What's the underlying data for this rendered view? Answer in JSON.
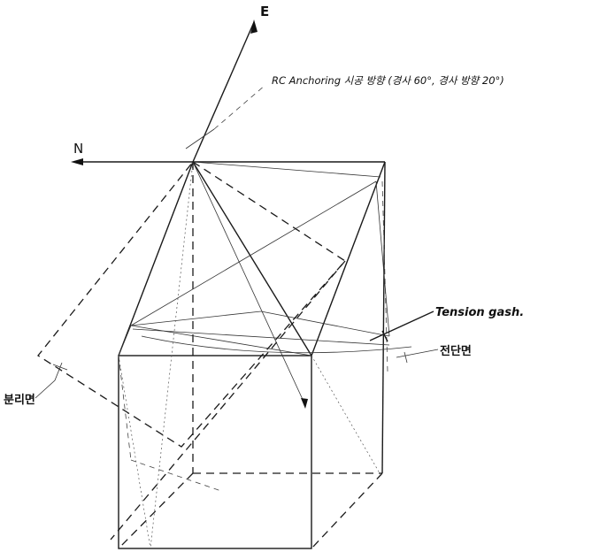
{
  "labels": {
    "east": "E",
    "north": "N",
    "anchoring": "RC Anchoring 시공 방향 (경사 60°, 경사 방향 20°)",
    "tension_gash": "Tension gash.",
    "shear_plane": "전단면",
    "separation_plane": "분리면"
  }
}
